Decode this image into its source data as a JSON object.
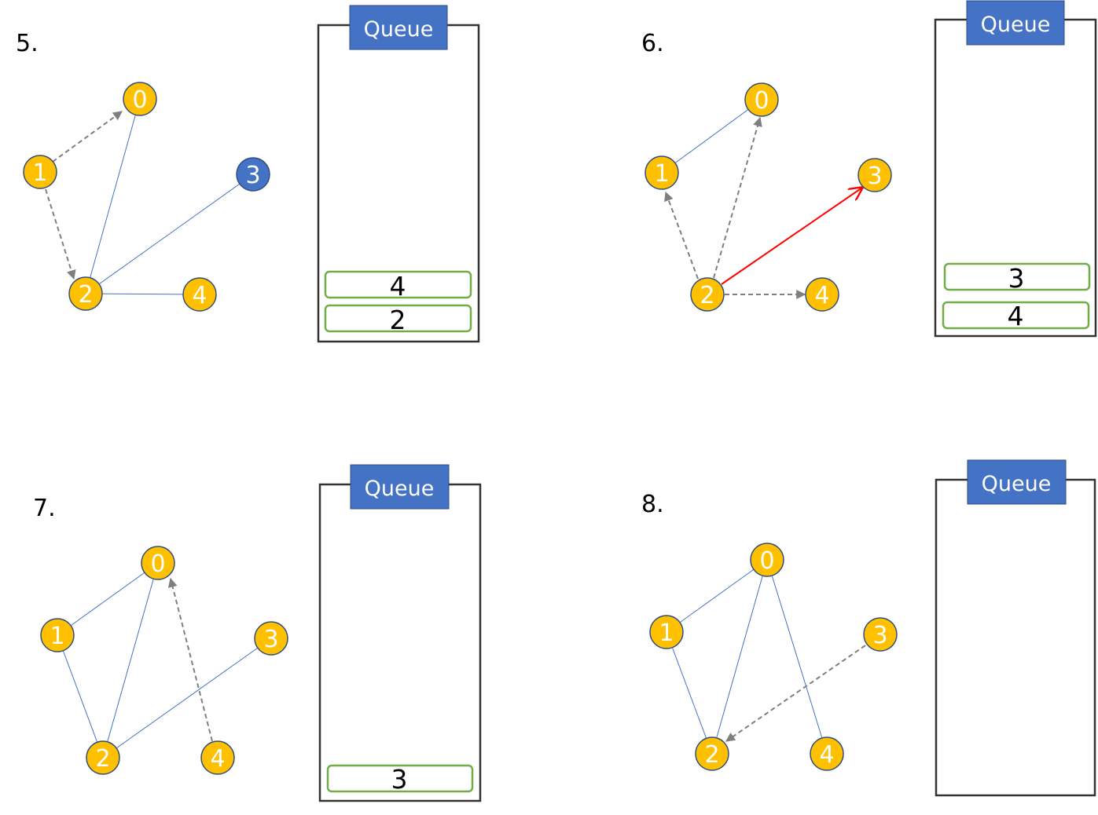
{
  "colors": {
    "visited_node": "#FFC000",
    "current_node": "#4472C4",
    "node_stroke": "#2F4E7E",
    "tree_edge": "#4472C4",
    "traversal_edge": "#7F7F7F",
    "highlight_edge": "#FF0000",
    "queue_header": "#4472C4",
    "queue_item_border": "#70AD47",
    "queue_border": "#333333"
  },
  "queue_title": "Queue",
  "panels": [
    {
      "step": "5.",
      "nodes": [
        {
          "id": "0",
          "state": "visited"
        },
        {
          "id": "1",
          "state": "visited"
        },
        {
          "id": "2",
          "state": "visited"
        },
        {
          "id": "3",
          "state": "current"
        },
        {
          "id": "4",
          "state": "visited"
        }
      ],
      "queue_items": [
        "4",
        "2"
      ]
    },
    {
      "step": "6.",
      "nodes": [
        {
          "id": "0",
          "state": "visited"
        },
        {
          "id": "1",
          "state": "visited"
        },
        {
          "id": "2",
          "state": "visited"
        },
        {
          "id": "3",
          "state": "visited"
        },
        {
          "id": "4",
          "state": "visited"
        }
      ],
      "queue_items": [
        "3",
        "4"
      ]
    },
    {
      "step": "7.",
      "nodes": [
        {
          "id": "0",
          "state": "visited"
        },
        {
          "id": "1",
          "state": "visited"
        },
        {
          "id": "2",
          "state": "visited"
        },
        {
          "id": "3",
          "state": "visited"
        },
        {
          "id": "4",
          "state": "visited"
        }
      ],
      "queue_items": [
        "3"
      ]
    },
    {
      "step": "8.",
      "nodes": [
        {
          "id": "0",
          "state": "visited"
        },
        {
          "id": "1",
          "state": "visited"
        },
        {
          "id": "2",
          "state": "visited"
        },
        {
          "id": "3",
          "state": "visited"
        },
        {
          "id": "4",
          "state": "visited"
        }
      ],
      "queue_items": []
    }
  ]
}
